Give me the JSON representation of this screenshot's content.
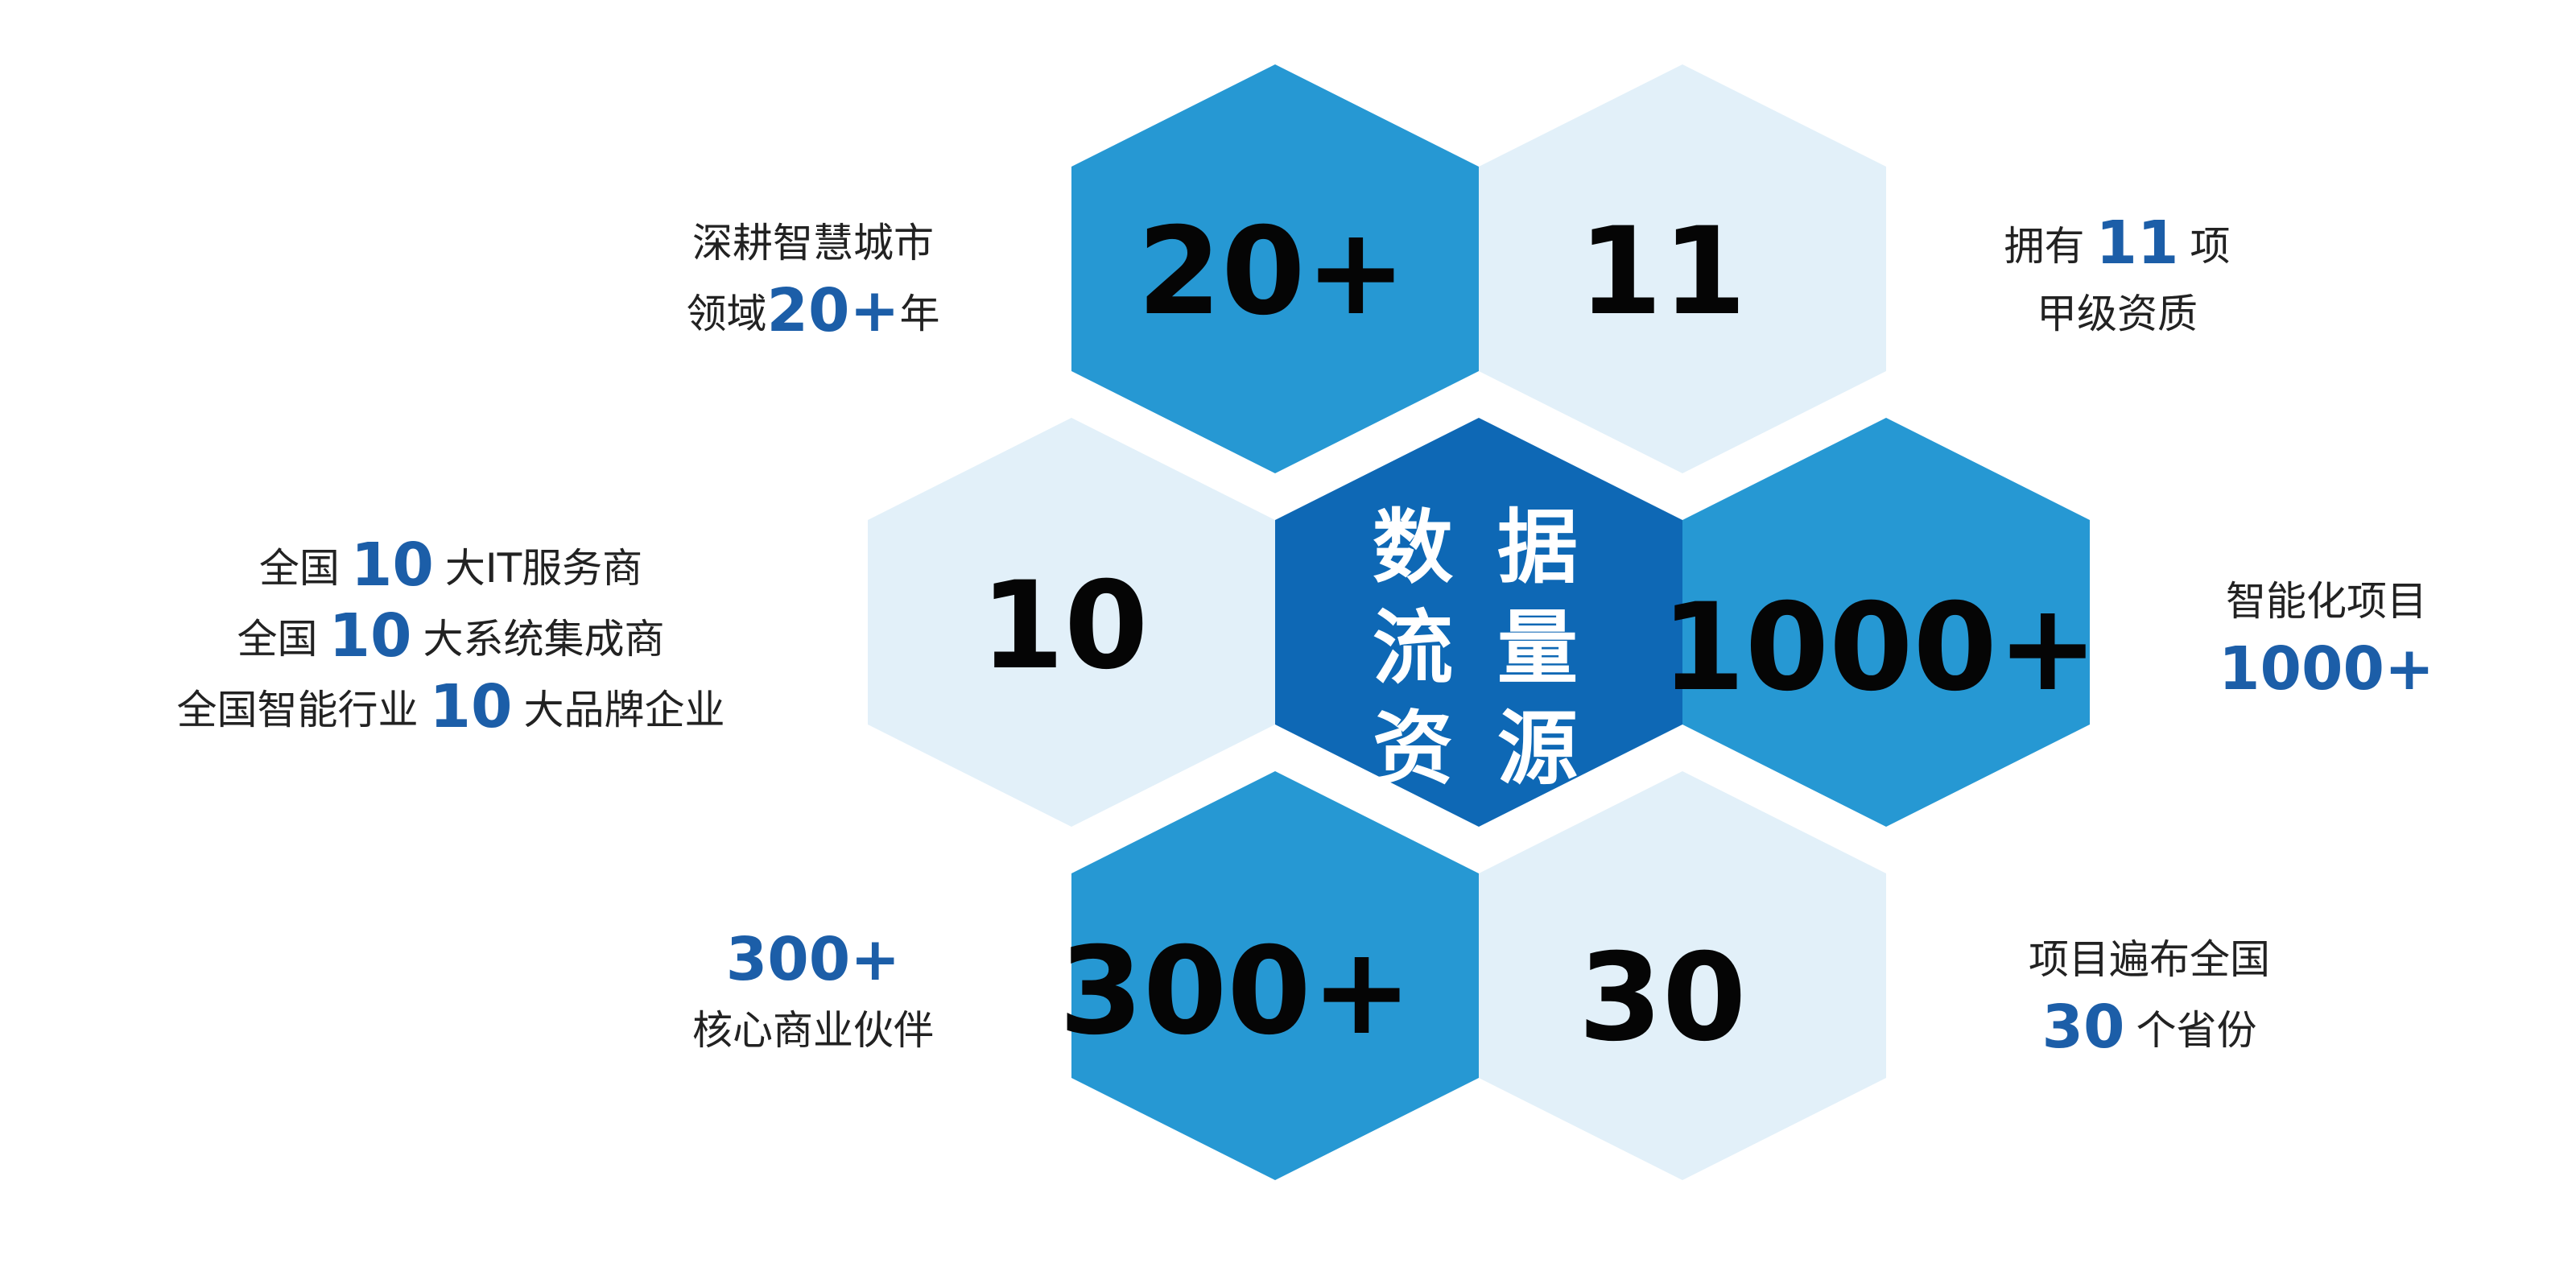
{
  "colors": {
    "hex_dark": "#0e68b5",
    "hex_mid": "#2698d3",
    "hex_light": "#e2f0f9",
    "highlight_text": "#1c5ea8",
    "label_text": "#222222",
    "hex_number_text": "#050505",
    "center_text": "#ffffff"
  },
  "center": {
    "chars": [
      "数",
      "据",
      "流",
      "量",
      "资",
      "源"
    ]
  },
  "hexagons": [
    {
      "id": "top-left",
      "value": "20+"
    },
    {
      "id": "top-right",
      "value": "11"
    },
    {
      "id": "middle-left",
      "value": "10"
    },
    {
      "id": "middle-right",
      "value": "1000+"
    },
    {
      "id": "bottom-left",
      "value": "300+"
    },
    {
      "id": "bottom-right",
      "value": "30"
    }
  ],
  "labels": {
    "top_left": {
      "line1": "深耕智慧城市",
      "line2_prefix": "领域",
      "line2_number": "20+",
      "line2_suffix": "年"
    },
    "top_right": {
      "line1_prefix": "拥有",
      "line1_number": "11",
      "line1_suffix": "项",
      "line2": "甲级资质"
    },
    "middle_left": {
      "line1_prefix": "全国",
      "line1_number": "10",
      "line1_suffix": "大IT服务商",
      "line2_prefix": "全国",
      "line2_number": "10",
      "line2_suffix": "大系统集成商",
      "line3_prefix": "全国智能行业",
      "line3_number": "10",
      "line3_suffix": "大品牌企业"
    },
    "middle_right": {
      "line1": "智能化项目",
      "line2_number": "1000+"
    },
    "bottom_left": {
      "line1_number": "300+",
      "line2": "核心商业伙伴"
    },
    "bottom_right": {
      "line1": "项目遍布全国",
      "line2_number": "30",
      "line2_suffix": "个省份"
    }
  }
}
